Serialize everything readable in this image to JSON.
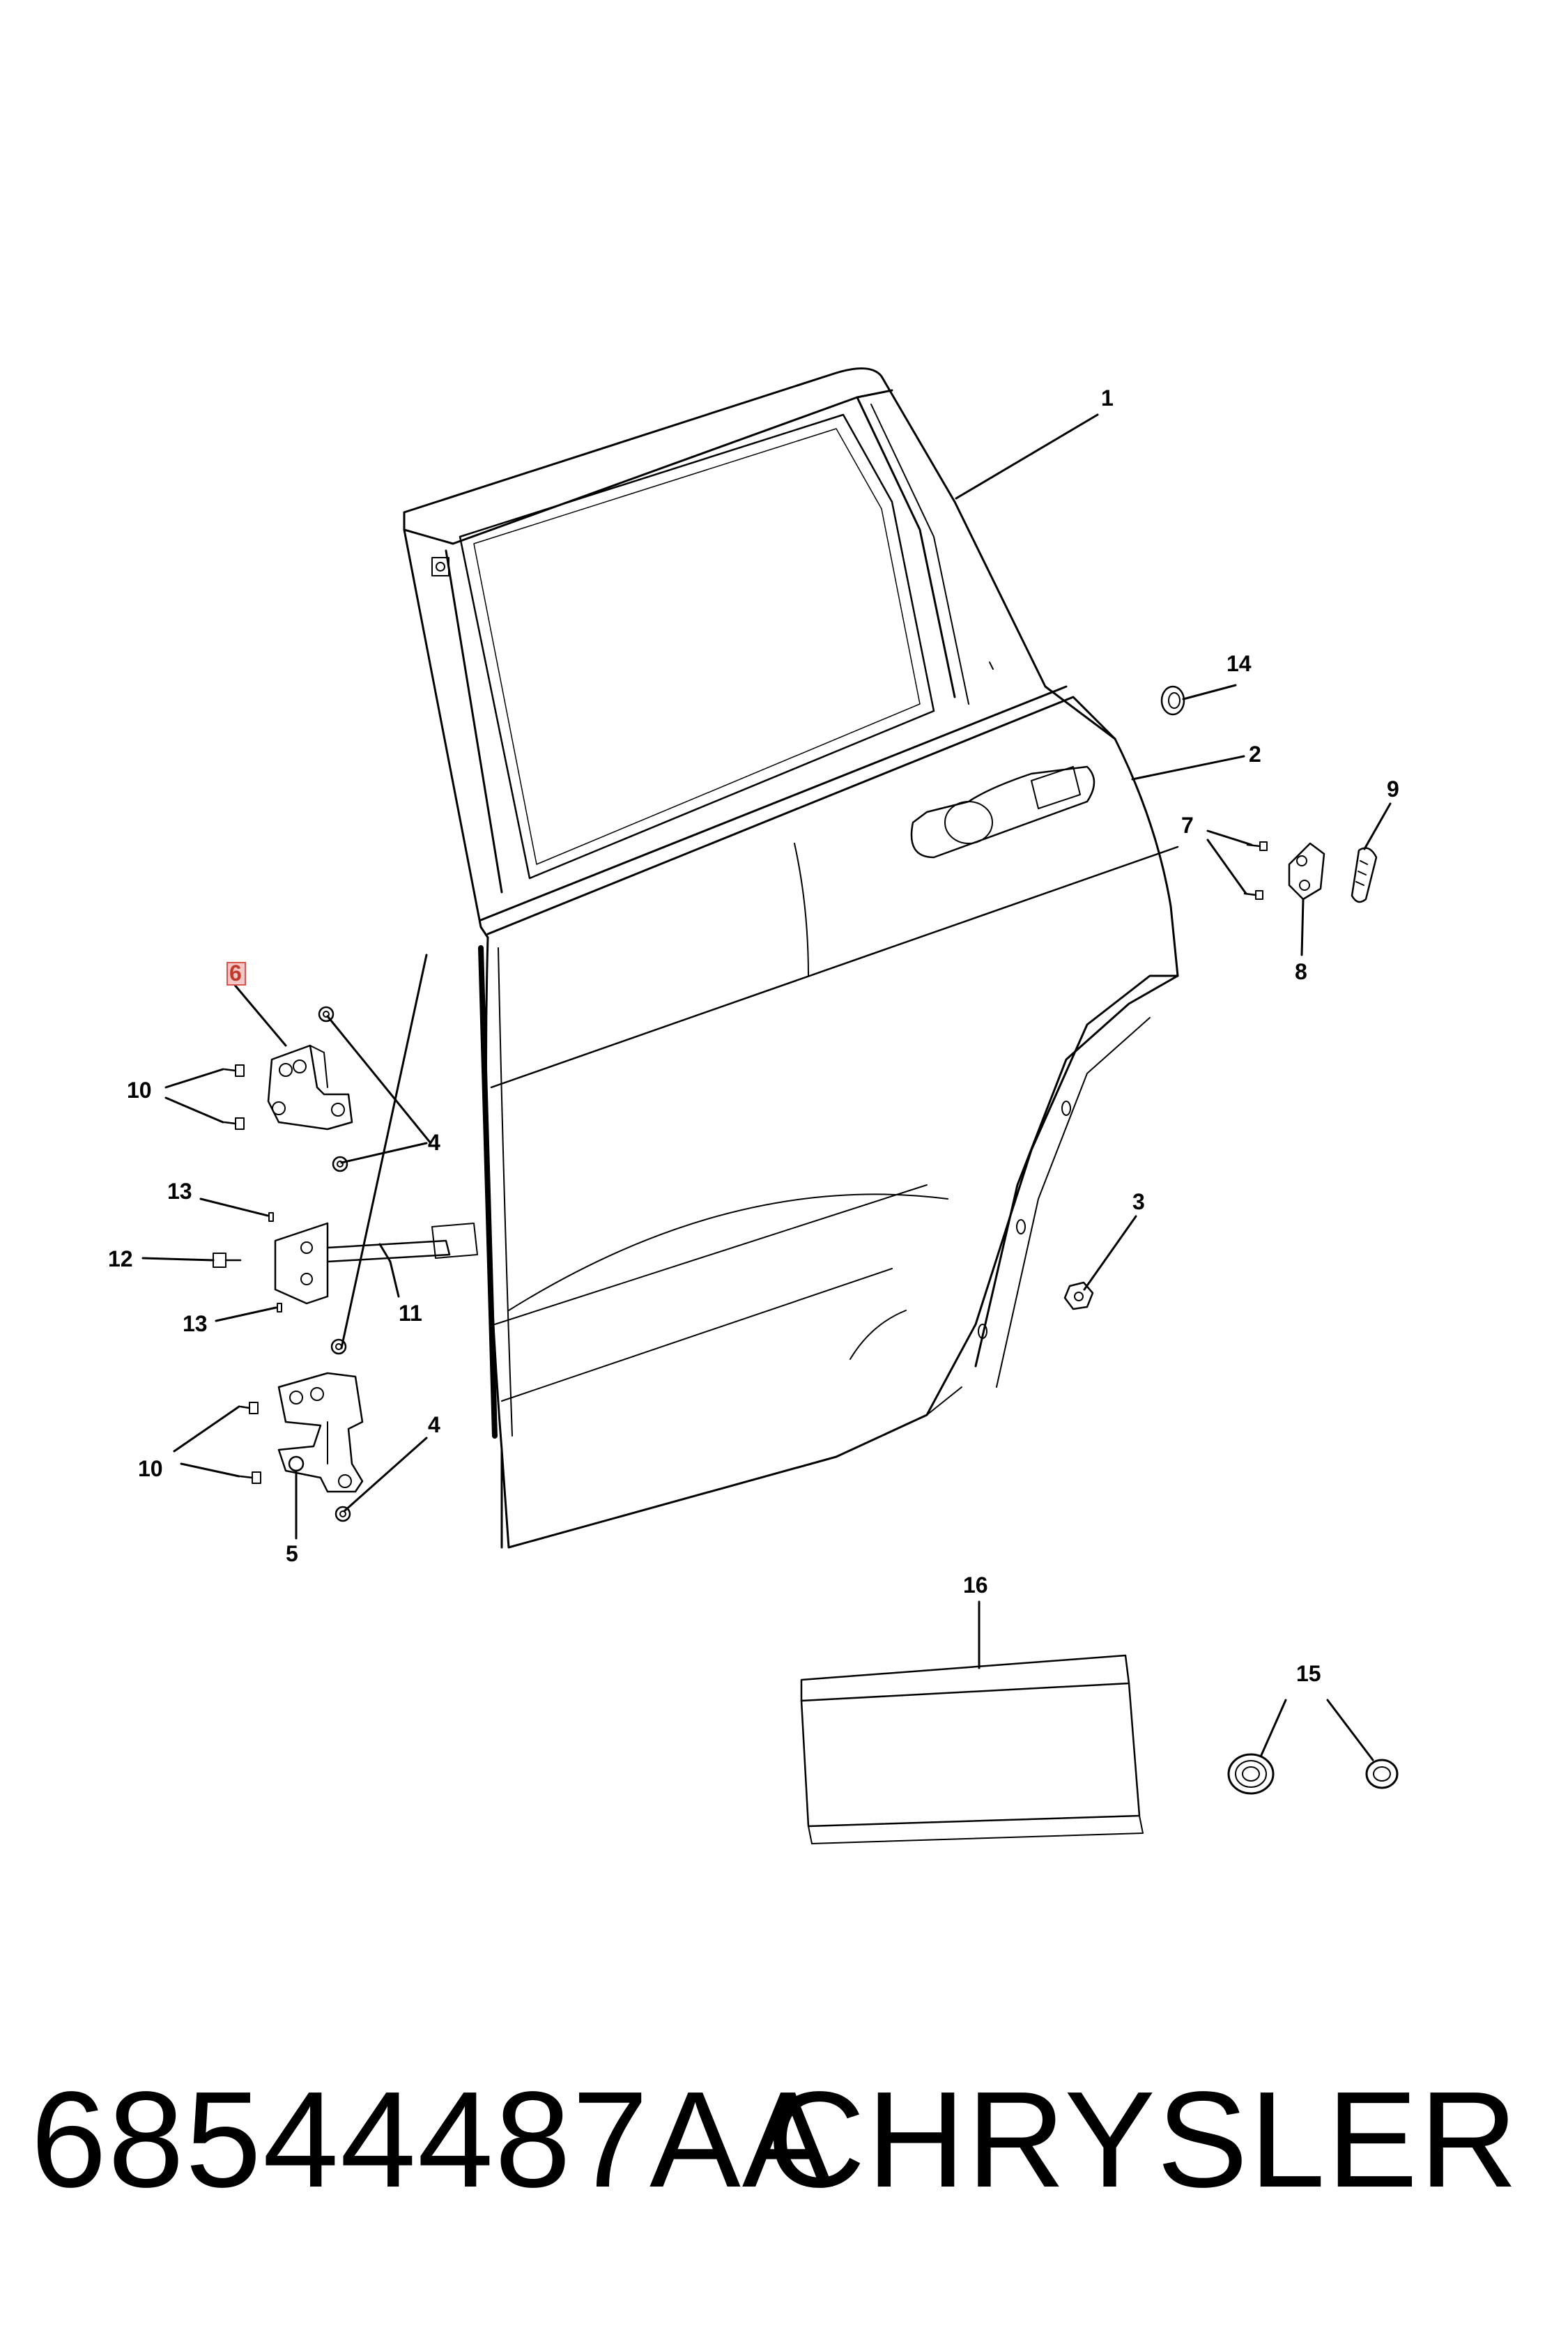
{
  "callouts": {
    "c1": "1",
    "c2": "2",
    "c3": "3",
    "c4a": "4",
    "c4b": "4",
    "c5": "5",
    "c6": "6",
    "c7": "7",
    "c8": "8",
    "c9": "9",
    "c10a": "10",
    "c10b": "10",
    "c11": "11",
    "c12": "12",
    "c13a": "13",
    "c13b": "13",
    "c14": "14",
    "c15": "15",
    "c16": "16"
  },
  "highlighted_callout": "6",
  "highlight_color": "#d9534f",
  "footer": {
    "part_number": "68544487AA",
    "brand": "CHRYSLER"
  }
}
